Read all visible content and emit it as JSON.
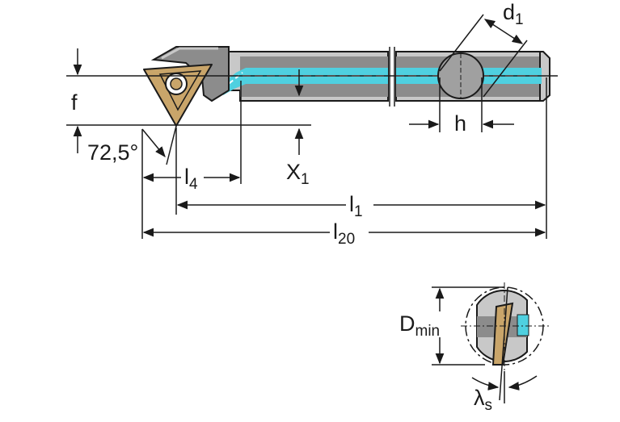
{
  "labels": {
    "f": "f",
    "angle": "72,5°",
    "x1_main": "X",
    "x1_sub": "1",
    "l4_main": "l",
    "l4_sub": "4",
    "l1_main": "l",
    "l1_sub": "1",
    "l20_main": "l",
    "l20_sub": "20",
    "d1_main": "d",
    "d1_sub": "1",
    "h": "h",
    "dmin_main": "D",
    "dmin_sub": "min",
    "lambda_main": "λ",
    "lambda_sub": "s"
  },
  "colors": {
    "line": "#1a1a1a",
    "body_fill": "#8c8c8c",
    "body_light": "#c8c8c8",
    "coolant": "#4fd0e0",
    "insert": "#c9a56a"
  }
}
